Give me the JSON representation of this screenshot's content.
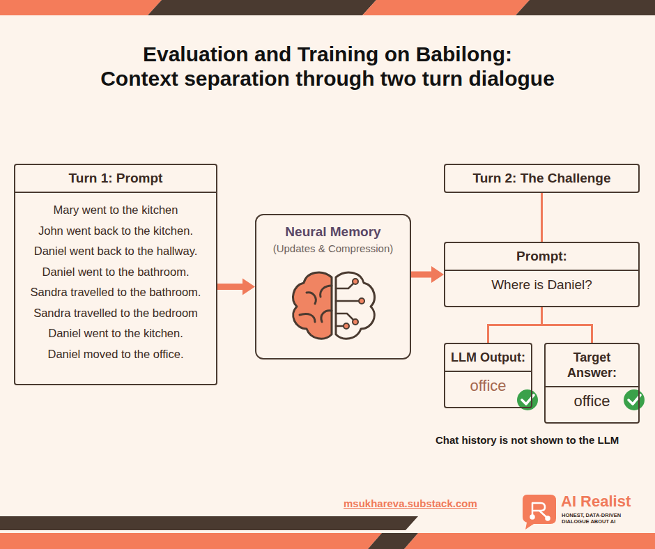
{
  "diagram": {
    "title": "Evaluation and Training on Babilong: Context separation through two turn dialogue",
    "nodes": [
      {
        "text": [
          "Turn 1: Prompt",
          "Mary went to the kitchen",
          "John went back to the kitchen.",
          "Daniel went back to the hallway.",
          "Daniel went to the bathroom.",
          "Sandra travelled to the bathroom.",
          "Sandra travelled to the bedroom",
          "Daniel went to the kitchen.",
          "Daniel moved to the office."
        ]
      },
      {
        "text": [
          "Neural Memory",
          "(Updates & Compression)"
        ]
      },
      {
        "text": [
          "Turn 2: The Challenge"
        ]
      },
      {
        "text": [
          "Prompt:",
          "Where is Daniel?"
        ]
      },
      {
        "text": [
          "LLM Output:",
          "office"
        ]
      },
      {
        "text": [
          "Target Answer:",
          "office"
        ]
      }
    ],
    "edges": [
      {
        "from": 0,
        "to": 1,
        "arrow": "to"
      },
      {
        "from": 1,
        "to": 3,
        "arrow": "to"
      },
      {
        "from": 2,
        "to": 3,
        "arrow": "none"
      },
      {
        "from": 3,
        "to": 4,
        "arrow": "none"
      },
      {
        "from": 3,
        "to": 5,
        "arrow": "none"
      }
    ],
    "labels": [
      "Chat history is not shown to the LLM",
      "msukhareva.substack.com",
      "AI Realist",
      "HONEST, DATA-DRIVEN DIALOGUE ABOUT AI"
    ]
  }
}
